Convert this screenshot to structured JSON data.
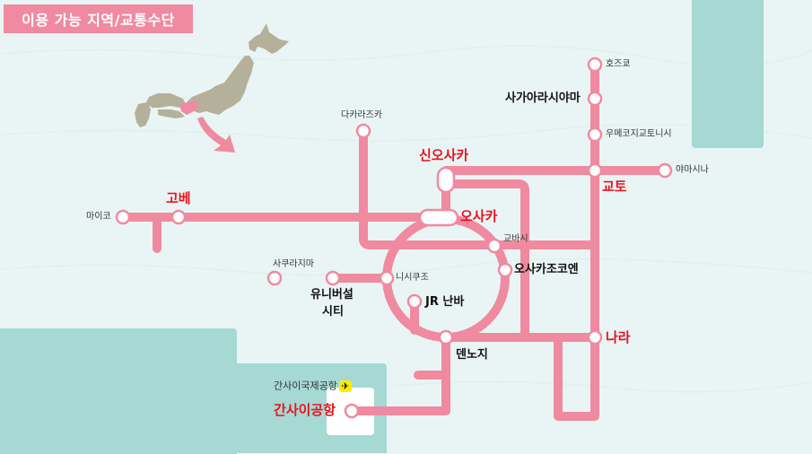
{
  "title": "이용 가능 지역/교통수단",
  "colors": {
    "background": "#e9f5f4",
    "sea": "#a6d8d4",
    "line": "#f08aa0",
    "station_fill": "#ffffff",
    "title_banner": "#f08aa0",
    "major_station_red": "#e8131f",
    "japan_land": "#b4b09a",
    "highlight_region": "#f08aa0",
    "airport_badge": "#ffec00"
  },
  "inset_map": {
    "label": "japan-overview-map",
    "arrow_icon": "curved-arrow-down-right"
  },
  "stations": {
    "hozukyo": "호즈쿄",
    "sagaarashiyama": "사가아라시야마",
    "umekoji": "우메코지교토니시",
    "kyoto": "교토",
    "yamashina": "야마시나",
    "takarazuka": "다카라즈카",
    "shin_osaka": "신오사카",
    "osaka": "오사카",
    "kobe": "고베",
    "maiko": "마이코",
    "kyobashi": "교바시",
    "osakajokoen": "오사카조코엔",
    "sakurajima": "사쿠라지마",
    "universal_city": [
      "유니버설",
      "시티"
    ],
    "nishikujo": "니시쿠조",
    "jr_namba": "JR 난바",
    "tennoji": "덴노지",
    "nara": "나라",
    "kansai_intl": "간사이국제공항",
    "kansai_airport": "간사이공항"
  },
  "icons": {
    "airplane": "✈"
  }
}
